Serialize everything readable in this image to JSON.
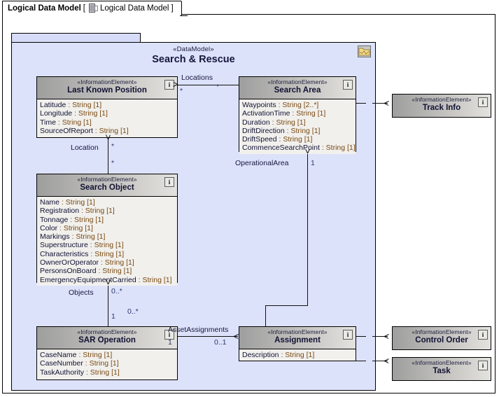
{
  "window": {
    "tab_title": "Logical Data Model",
    "bracket_open": "[",
    "tab_icon": "data-model-diagram-icon",
    "tab_subtitle": "Logical Data Model",
    "bracket_close": "]"
  },
  "package": {
    "stereotype": "«DataModel»",
    "name": "Search & Rescue",
    "corner_icon": "package-diagram-icon"
  },
  "classes": {
    "last_known_position": {
      "stereotype": "«InformationElement»",
      "name": "Last Known Position",
      "icon": "info-icon",
      "attributes": [
        {
          "name": "Latitude",
          "type": ": String [1]"
        },
        {
          "name": "Longitude",
          "type": ": String [1]"
        },
        {
          "name": "Time",
          "type": ": String [1]"
        },
        {
          "name": "SourceOfReport",
          "type": ": String [1]"
        }
      ]
    },
    "search_area": {
      "stereotype": "«InformationElement»",
      "name": "Search Area",
      "icon": "info-icon",
      "attributes": [
        {
          "name": "Waypoints",
          "type": ": String [2..*]"
        },
        {
          "name": "ActivationTime",
          "type": ": String [1]"
        },
        {
          "name": "Duration",
          "type": ": String [1]"
        },
        {
          "name": "DriftDirection",
          "type": ": String [1]"
        },
        {
          "name": "DriftSpeed",
          "type": ": String [1]"
        },
        {
          "name": "CommenceSearchPoint",
          "type": ": String [1]"
        }
      ]
    },
    "search_object": {
      "stereotype": "«InformationElement»",
      "name": "Search Object",
      "icon": "info-icon",
      "attributes": [
        {
          "name": "Name",
          "type": ": String [1]"
        },
        {
          "name": "Registration",
          "type": ": String [1]"
        },
        {
          "name": "Tonnage",
          "type": ": String [1]"
        },
        {
          "name": "Color",
          "type": ": String [1]"
        },
        {
          "name": "Markings",
          "type": ": String [1]"
        },
        {
          "name": "Superstructure",
          "type": ": String [1]"
        },
        {
          "name": "Characteristics",
          "type": ": String [1]"
        },
        {
          "name": "OwnerOrOperator",
          "type": ": String [1]"
        },
        {
          "name": "PersonsOnBoard",
          "type": ": String [1]"
        },
        {
          "name": "EmergencyEquipmentCarried",
          "type": ": String [1]"
        }
      ]
    },
    "sar_operation": {
      "stereotype": "«InformationElement»",
      "name": "SAR Operation",
      "icon": "info-icon",
      "attributes": [
        {
          "name": "CaseName",
          "type": ": String [1]"
        },
        {
          "name": "CaseNumber",
          "type": ": String [1]"
        },
        {
          "name": "TaskAuthority",
          "type": ": String [1]"
        }
      ]
    },
    "assignment": {
      "stereotype": "«InformationElement»",
      "name": "Assignment",
      "icon": "info-icon",
      "attributes": [
        {
          "name": "Description",
          "type": ": String [1]"
        }
      ]
    },
    "track_info": {
      "stereotype": "«InformationElement»",
      "name": "Track Info",
      "icon": "info-icon",
      "attributes": []
    },
    "control_order": {
      "stereotype": "«InformationElement»",
      "name": "Control Order",
      "icon": "info-icon",
      "attributes": []
    },
    "task": {
      "stereotype": "«InformationElement»",
      "name": "Task",
      "icon": "info-icon",
      "attributes": []
    }
  },
  "associations": {
    "locations": {
      "label": "Locations",
      "source_mult": "*",
      "target_mult": "*"
    },
    "location": {
      "label": "Location",
      "source_mult": "*",
      "target_mult": "*"
    },
    "operational_area": {
      "label": "OperationalArea",
      "target_mult": "1"
    },
    "objects": {
      "label": "Objects",
      "source_mult": "0..*",
      "target_mult": "1"
    },
    "search_area_to_sar": {
      "mult": "0..*"
    },
    "asset_assignments": {
      "label": "AssetAssignments",
      "source_mult": "1",
      "target_mult": "0..1"
    }
  },
  "colors": {
    "package_fill": "#dde2fb",
    "class_header": "#c4c3c0",
    "class_body": "#f1f0ed",
    "attr_type": "#7a4a12",
    "line": "#111111"
  }
}
